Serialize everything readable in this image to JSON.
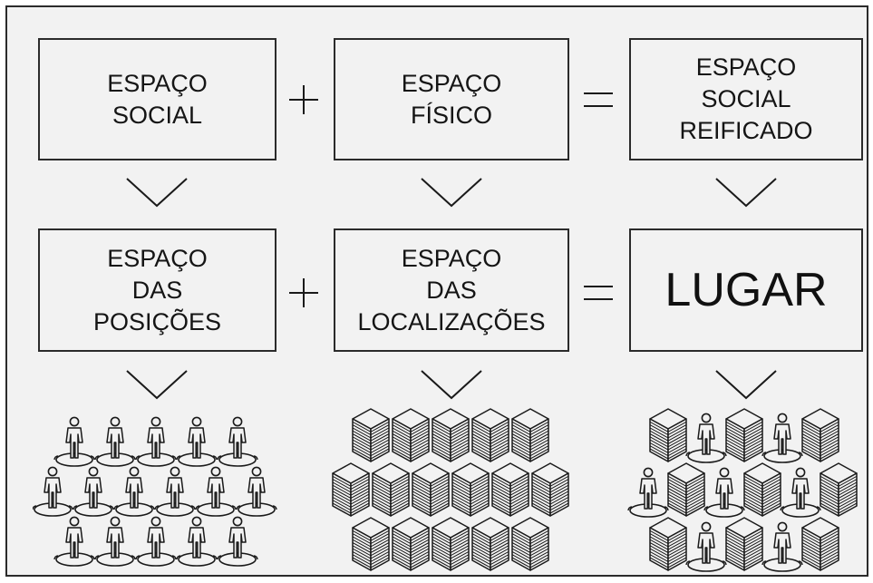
{
  "diagram": {
    "row1": {
      "box1": {
        "lines": [
          "ESPAÇO",
          "SOCIAL"
        ]
      },
      "box2": {
        "lines": [
          "ESPAÇO",
          "FÍSICO"
        ]
      },
      "box3": {
        "lines": [
          "ESPAÇO",
          "SOCIAL",
          "REIFICADO"
        ]
      },
      "plus": "+",
      "equals": "="
    },
    "row2": {
      "box1": {
        "lines": [
          "ESPAÇO",
          "DAS",
          "POSIÇÕES"
        ]
      },
      "box2": {
        "lines": [
          "ESPAÇO",
          "DAS",
          "LOCALIZAÇÕES"
        ]
      },
      "box3": {
        "lines": [
          "LUGAR"
        ]
      },
      "plus": "+",
      "equals": "="
    },
    "icons": {
      "people_grid_icon": "person-on-base-icon",
      "buildings_grid_icon": "building-block-icon",
      "mixed_grid_icons": [
        "building-block-icon",
        "person-on-base-icon"
      ],
      "stroke_color": "#1a1a1a",
      "fill_color": "#f2f2f2"
    }
  }
}
